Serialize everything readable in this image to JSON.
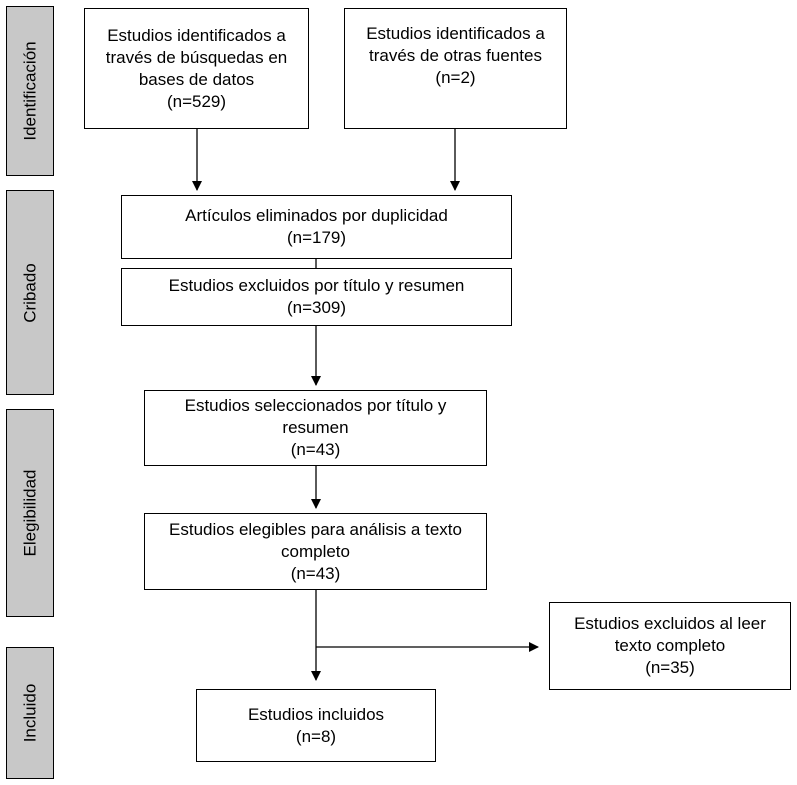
{
  "phases": {
    "identificacion": "Identificación",
    "cribado": "Cribado",
    "elegibilidad": "Elegibilidad",
    "incluido": "Incluido"
  },
  "boxes": {
    "db_search": {
      "text": "Estudios identificados a\ntravés de búsquedas en\nbases de datos",
      "count": "(n=529)"
    },
    "other_sources": {
      "text": "Estudios identificados a\ntravés de otras fuentes",
      "count": "(n=2)"
    },
    "duplicates": {
      "text": "Artículos eliminados por duplicidad",
      "count": "(n=179)"
    },
    "excluded_title": {
      "text": "Estudios excluidos por título y resumen",
      "count": "(n=309)"
    },
    "selected": {
      "text": "Estudios seleccionados por título y\nresumen",
      "count": "(n=43)"
    },
    "eligible": {
      "text": "Estudios elegibles para análisis a texto\ncompleto",
      "count": "(n=43)"
    },
    "excluded_fulltext": {
      "text": "Estudios excluidos al leer\ntexto completo",
      "count": "(n=35)"
    },
    "included": {
      "text": "Estudios incluidos",
      "count": "(n=8)"
    }
  },
  "colors": {
    "phase_fill": "#c8c8c8",
    "line": "#000000",
    "box_fill": "#ffffff"
  }
}
